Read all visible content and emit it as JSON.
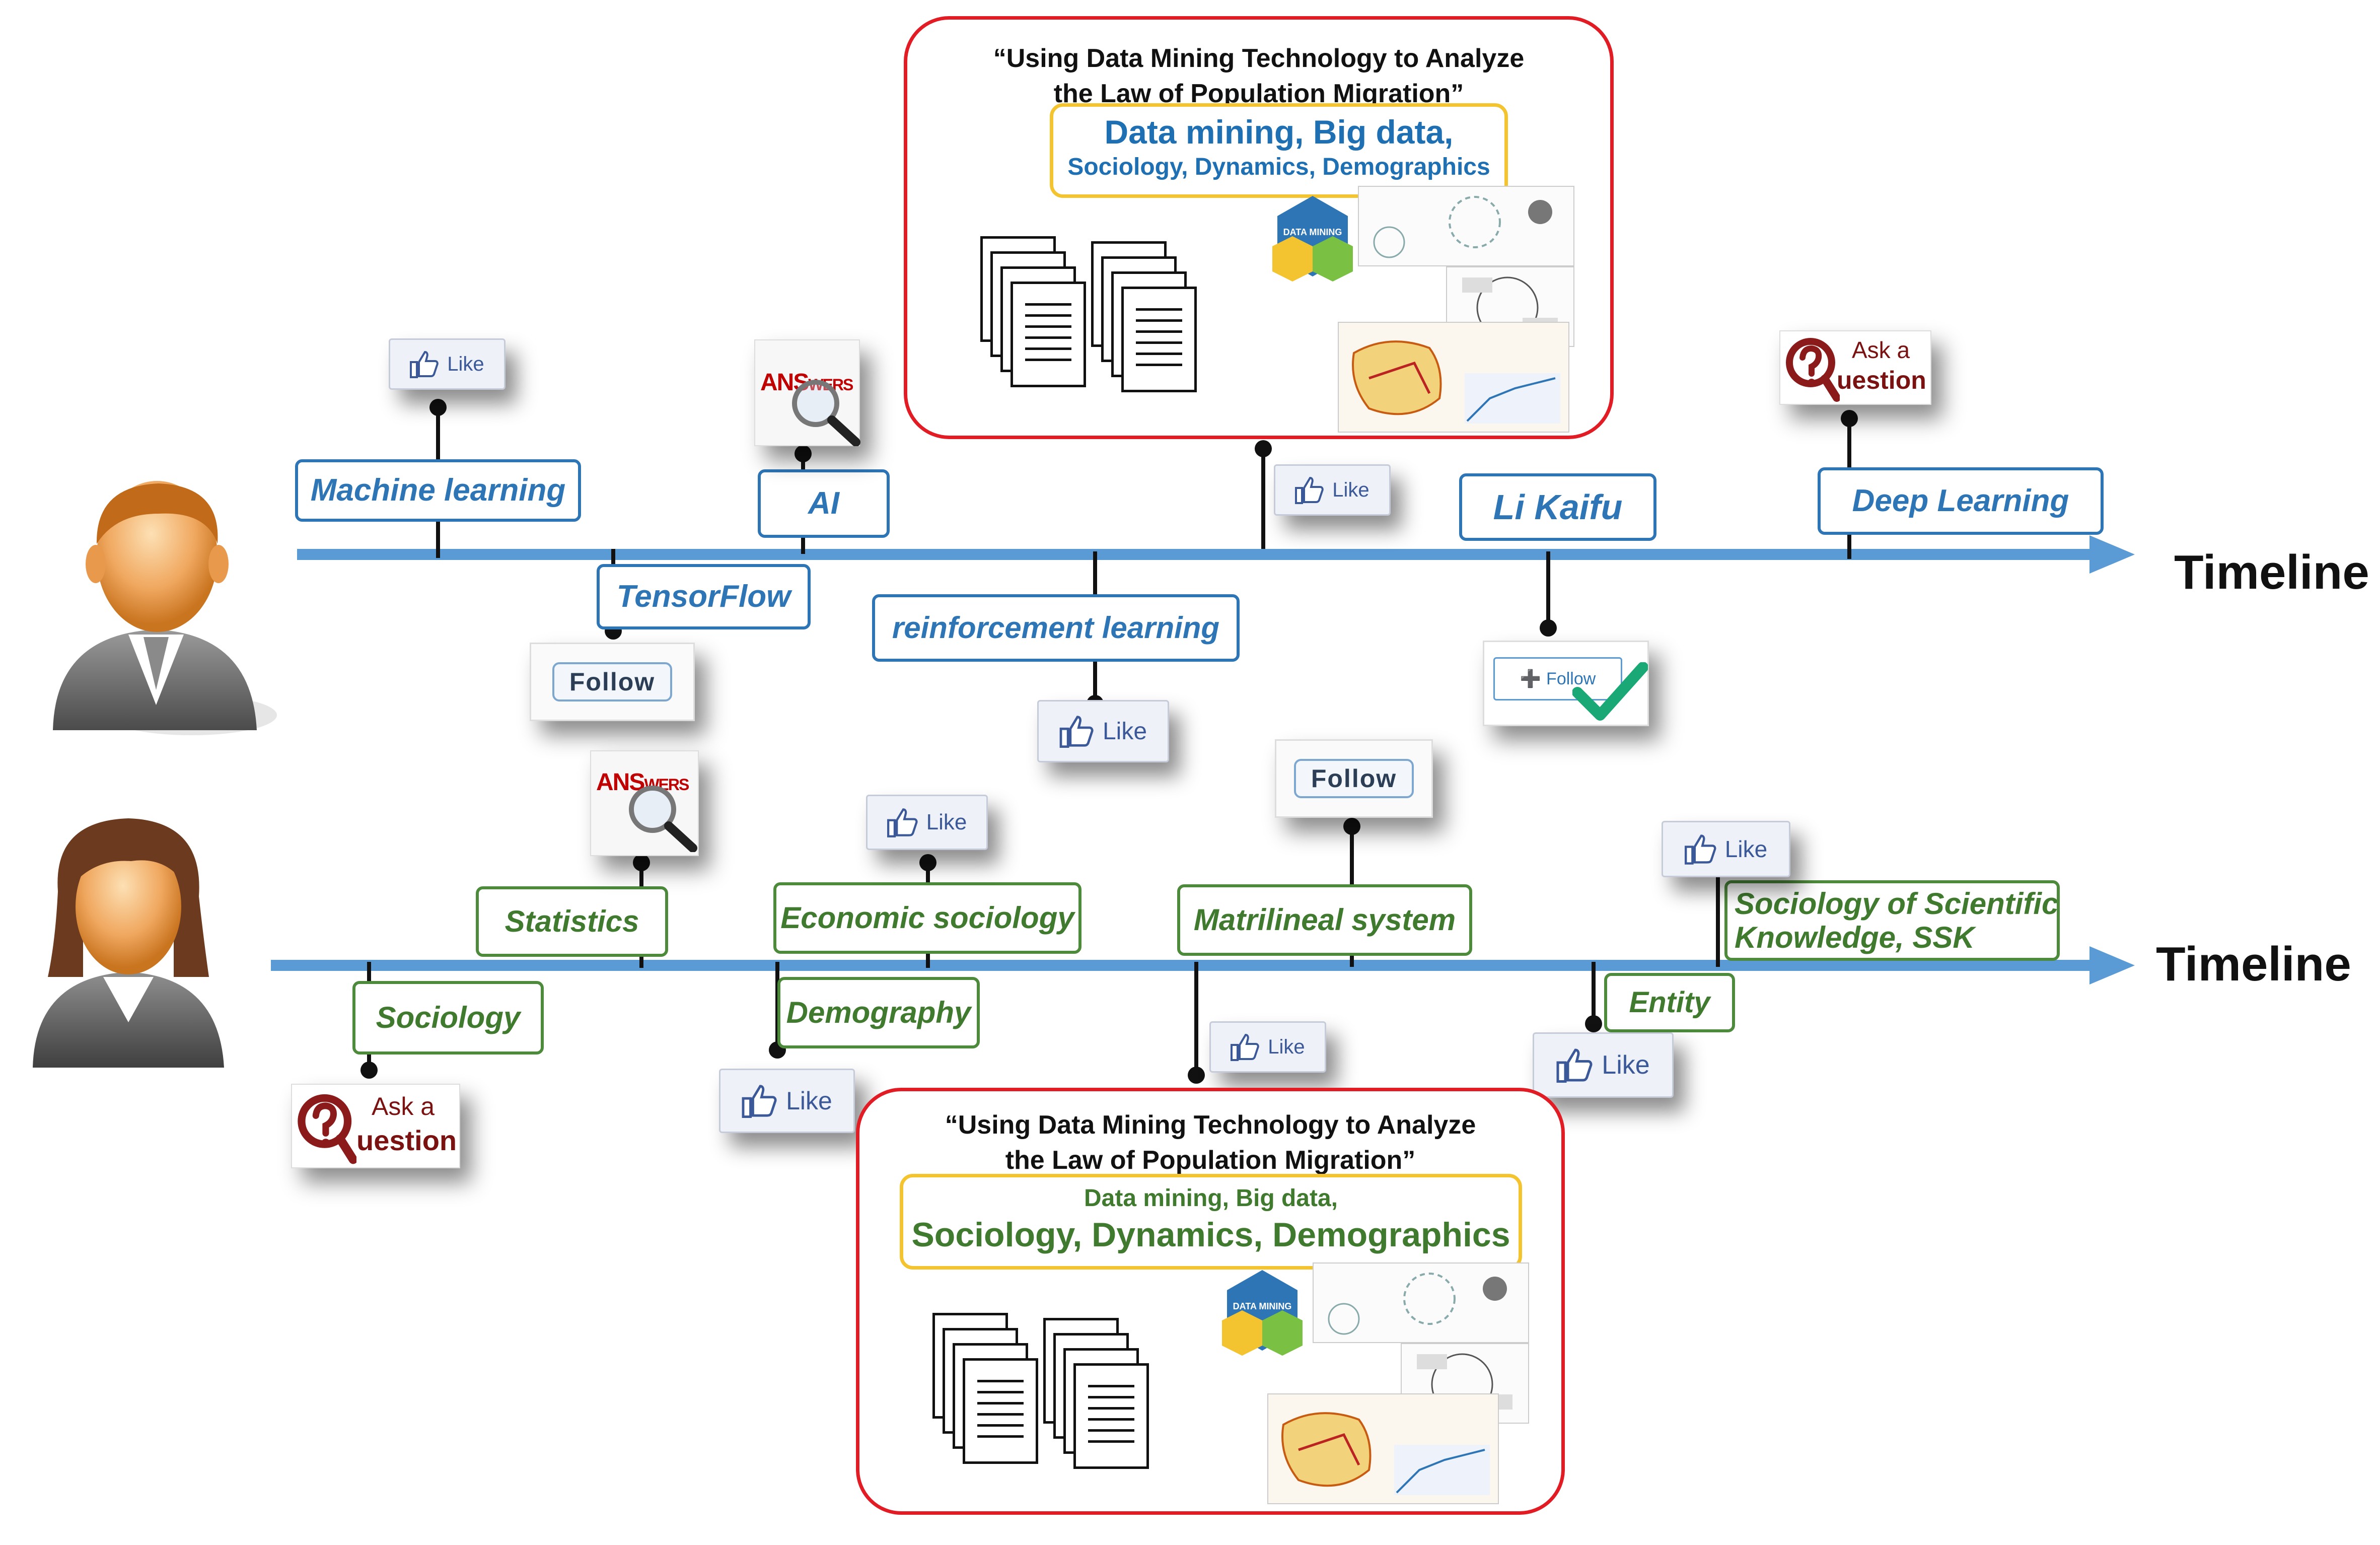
{
  "diagram": {
    "axis_label": "Timeline",
    "like_label": "Like",
    "follow_label": "Follow",
    "answers_prefix": "ANS",
    "answers_suffix": "WERS",
    "ask_line1": "Ask a",
    "ask_line2": "uestion",
    "paper_title_line1": "“Using Data Mining Technology to Analyze",
    "paper_title_line2": "the Law of Population Migration”",
    "paper_kw_line1": "Data mining, Big data,",
    "paper_kw_line2": "Sociology, Dynamics, Demographics",
    "thumb_label": "DATA MINING"
  },
  "user1": {
    "tags": [
      "Machine learning",
      "AI",
      "TensorFlow",
      "reinforcement learning",
      "Li Kaifu",
      "Deep Learning"
    ]
  },
  "user2": {
    "tags": [
      "Statistics",
      "Economic sociology",
      "Matrilineal system",
      "Sociology of Scientific",
      "Knowledge, SSK",
      "Sociology",
      "Demography",
      "Entity"
    ]
  },
  "colors": {
    "axis": "#5a9bd5",
    "user1_tag": "#2e75b6",
    "user2_tag": "#4d8a3c",
    "panel_border": "#e11c24",
    "keyword_border": "#f4c430"
  },
  "icons": [
    "male-user-icon",
    "female-user-icon",
    "thumbs-up-icon",
    "magnifier-icon",
    "question-mark-icon",
    "checkmark-icon",
    "document-icon"
  ]
}
